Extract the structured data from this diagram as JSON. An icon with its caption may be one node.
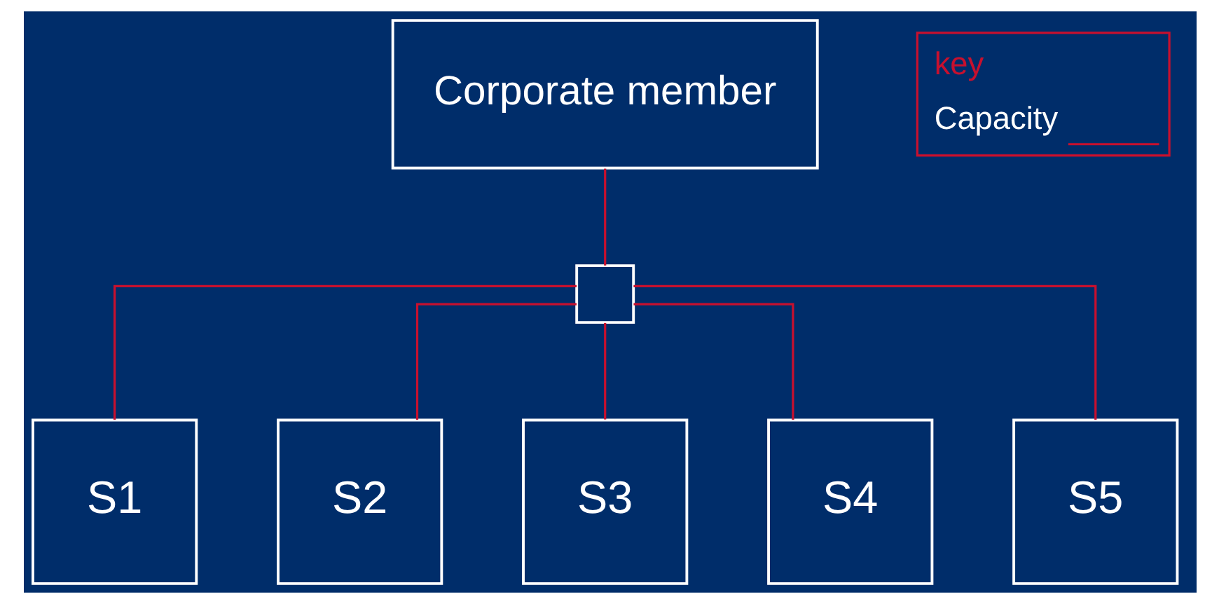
{
  "diagram": {
    "nodes": [
      {
        "text": [
          "Corporate member"
        ]
      },
      {
        "text": [],
        "shape": "box"
      },
      {
        "text": [
          "S1"
        ]
      },
      {
        "text": [
          "S2"
        ]
      },
      {
        "text": [
          "S3"
        ]
      },
      {
        "text": [
          "S4"
        ]
      },
      {
        "text": [
          "S5"
        ]
      }
    ],
    "edges": [
      {
        "from": 0,
        "to": 1,
        "arrow": "none"
      },
      {
        "from": 1,
        "to": 2,
        "arrow": "none"
      },
      {
        "from": 1,
        "to": 3,
        "arrow": "none"
      },
      {
        "from": 1,
        "to": 4,
        "arrow": "none"
      },
      {
        "from": 1,
        "to": 5,
        "arrow": "none"
      },
      {
        "from": 1,
        "to": 6,
        "arrow": "none"
      }
    ],
    "labels": [
      "key"
    ],
    "legend": [
      {
        "text": "Capacity"
      }
    ]
  }
}
